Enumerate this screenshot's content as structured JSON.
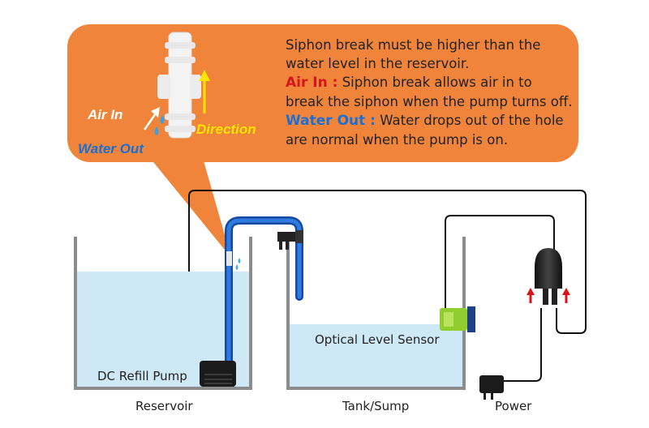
{
  "callout": {
    "line1": "Siphon break must be higher than the",
    "line2": "water level in the reservoir.",
    "air_in_key": "Air In :",
    "air_in_text1": "Siphon break allows air in to",
    "air_in_text2": "break the siphon when the pump turns off.",
    "water_out_key": "Water Out :",
    "water_out_text1": "Water drops out of the hole",
    "water_out_text2": "are normal when the pump is on.",
    "illustration": {
      "air_in": "Air In",
      "water_out": "Water Out",
      "direction": "Direction"
    }
  },
  "labels": {
    "pump": "DC Refill Pump",
    "sensor": "Optical Level Sensor",
    "reservoir": "Reservoir",
    "tank": "Tank/Sump",
    "power": "Power"
  },
  "colors": {
    "callout_bg": "#f0843b",
    "water": "#cfe8f6",
    "hose": "#1f5fc0",
    "red": "#d8141b",
    "blue": "#1a6fd1",
    "yellow": "#ffe600"
  }
}
